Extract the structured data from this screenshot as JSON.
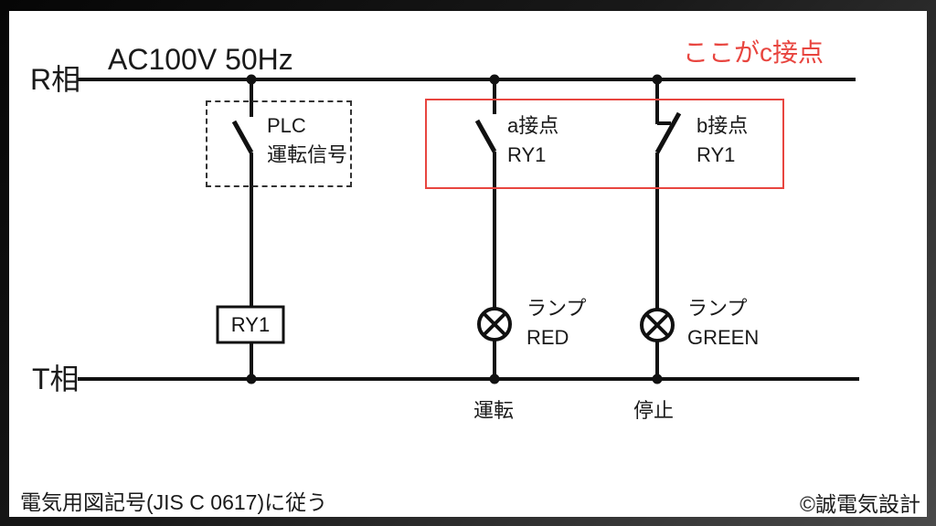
{
  "colors": {
    "line_black": "#111111",
    "accent_red": "#e8453f",
    "canvas_white": "#ffffff",
    "frame_dark": "#1a1a1a"
  },
  "diagram": {
    "power_label": "AC100V 50Hz",
    "annotation_c_contact": "ここがc接点",
    "rail_top_label": "R相",
    "rail_bottom_label": "T相",
    "plc_switch": {
      "line1": "PLC",
      "line2": "運転信号"
    },
    "relay_coil_label": "RY1",
    "contact_a": {
      "line1": "a接点",
      "line2": "RY1"
    },
    "contact_b": {
      "line1": "b接点",
      "line2": "RY1"
    },
    "lamp_red": {
      "line1": "ランプ",
      "line2": "RED"
    },
    "lamp_green": {
      "line1": "ランプ",
      "line2": "GREEN"
    },
    "run_label": "運転",
    "stop_label": "停止"
  },
  "footer": {
    "standard_note": "電気用図記号(JIS C 0617)に従う",
    "copyright": "©誠電気設計"
  }
}
